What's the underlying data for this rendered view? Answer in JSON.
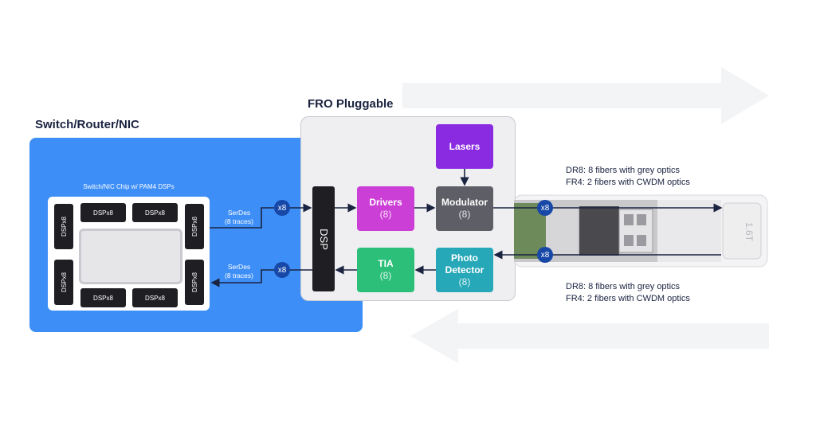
{
  "switch": {
    "title": "Switch/Router/NIC",
    "chip_label": "Switch/NIC Chip w/ PAM4 DSPs",
    "dsp_label": "DSPx8"
  },
  "fro": {
    "title": "FRO Pluggable",
    "dsp": "DSP",
    "blocks": {
      "lasers": {
        "title": "Lasers",
        "color": "#8a2be2"
      },
      "drivers": {
        "title": "Drivers",
        "count": "(8)",
        "color": "#cc3fd6"
      },
      "modulator": {
        "title": "Modulator",
        "count": "(8)",
        "color": "#5e5e66"
      },
      "tia": {
        "title": "TIA",
        "count": "(8)",
        "color": "#2bbf7a"
      },
      "photo": {
        "title": "Photo",
        "title2": "Detector",
        "count": "(8)",
        "color": "#26a8b8"
      }
    }
  },
  "links": {
    "serdes_top": "SerDes",
    "serdes_top2": "(8 traces)",
    "serdes_bottom": "SerDes",
    "serdes_bottom2": "(8 traces)",
    "badge": "x8"
  },
  "optics": {
    "top_line1": "DR8: 8 fibers with grey optics",
    "top_line2": "FR4: 2 fibers with CWDM optics",
    "bottom_line1": "DR8: 8 fibers with grey optics",
    "bottom_line2": "FR4: 2 fibers with CWDM optics",
    "module_label": "1.6T"
  },
  "colors": {
    "panel": "#3d8ef7",
    "badge": "#1748a8",
    "dark": "#1f1f23",
    "line": "#1a2340"
  }
}
